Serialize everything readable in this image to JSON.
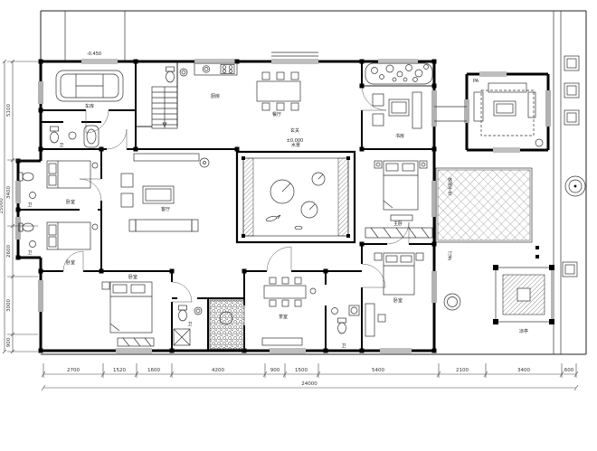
{
  "drawing": {
    "labels": {
      "garage": "车库",
      "kitchen": "厨房",
      "dining": "餐厅",
      "living": "客厅",
      "water": "水景",
      "master": "主卧",
      "study": "书房",
      "bedroom": "卧室",
      "bath": "卫",
      "tea": "茶室",
      "pavilion": "凉亭",
      "deck": "休闲平台",
      "steps": "汀步",
      "annex": "PA",
      "entry": "玄关",
      "elev0": "±0.000",
      "elev1": "-0.450"
    },
    "dims_bottom": {
      "values": [
        "2700",
        "1520",
        "1600",
        "4200",
        "900",
        "1500",
        "5400",
        "2100",
        "3400",
        "600"
      ],
      "total": "24000"
    },
    "dims_left": {
      "values": [
        "5100",
        "3400",
        "2600",
        "3000",
        "900"
      ],
      "total": "15000"
    }
  }
}
